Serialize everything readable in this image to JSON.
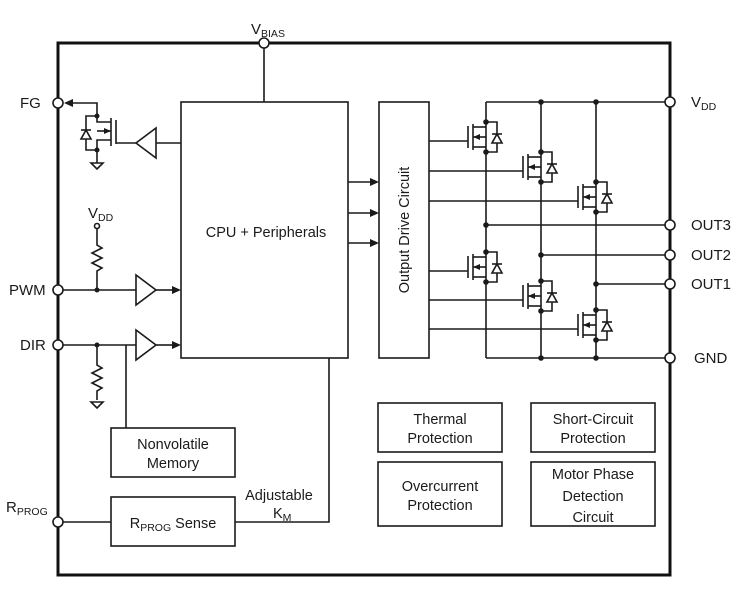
{
  "diagram": {
    "type": "block-diagram",
    "pins": {
      "vbias": {
        "main": "V",
        "sub": "BIAS"
      },
      "fg": "FG",
      "pwm": "PWM",
      "dir": "DIR",
      "rprog": {
        "main": "R",
        "sub": "PROG"
      },
      "vdd": {
        "main": "V",
        "sub": "DD"
      },
      "out3": "OUT3",
      "out2": "OUT2",
      "out1": "OUT1",
      "gnd": "GND"
    },
    "internal_labels": {
      "vdd_pullup": {
        "main": "V",
        "sub": "DD"
      },
      "adjustable_km_line1": "Adjustable",
      "adjustable_km_line2": {
        "main": "K",
        "sub": "M"
      }
    },
    "blocks": {
      "cpu": "CPU + Peripherals",
      "output_drive": "Output Drive Circuit",
      "nonvolatile_memory": [
        "Nonvolatile",
        "Memory"
      ],
      "rprog_sense": {
        "main": "R",
        "sub": "PROG",
        "rest": " Sense"
      },
      "thermal_protection": [
        "Thermal",
        "Protection"
      ],
      "short_circuit_protection": [
        "Short-Circuit",
        "Protection"
      ],
      "overcurrent_protection": [
        "Overcurrent",
        "Protection"
      ],
      "motor_phase_detection": [
        "Motor Phase",
        "Detection",
        "Circuit"
      ]
    },
    "output_stage": {
      "half_bridges": [
        "OUT3",
        "OUT2",
        "OUT1"
      ],
      "transistor_count": 6
    }
  }
}
